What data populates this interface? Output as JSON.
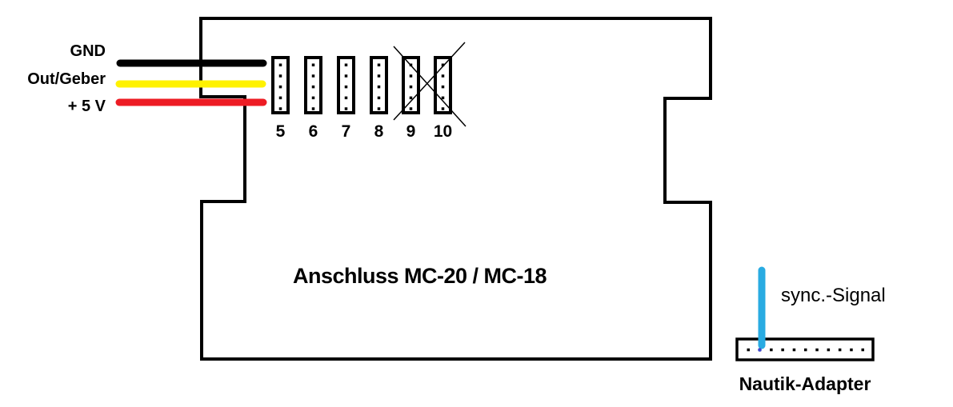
{
  "device": {
    "title": "Anschluss MC-20 / MC-18"
  },
  "wires": {
    "items": [
      {
        "label": "GND",
        "color": "#000000"
      },
      {
        "label": "Out/Geber",
        "color": "#FFF200"
      },
      {
        "label": "+ 5 V",
        "color": "#ED1C24"
      }
    ]
  },
  "connector_bank": {
    "pin_labels": [
      "5",
      "6",
      "7",
      "8",
      "9",
      "10"
    ],
    "pins_per_connector": 5,
    "crossed_out_pins": [
      "9",
      "10"
    ]
  },
  "sync_signal": {
    "label": "sync.-Signal",
    "wire_color": "#29ABE2",
    "pin_dot_color": "#3F48CC"
  },
  "nautik_adapter": {
    "label": "Nautik-Adapter",
    "pin_count": 11
  }
}
